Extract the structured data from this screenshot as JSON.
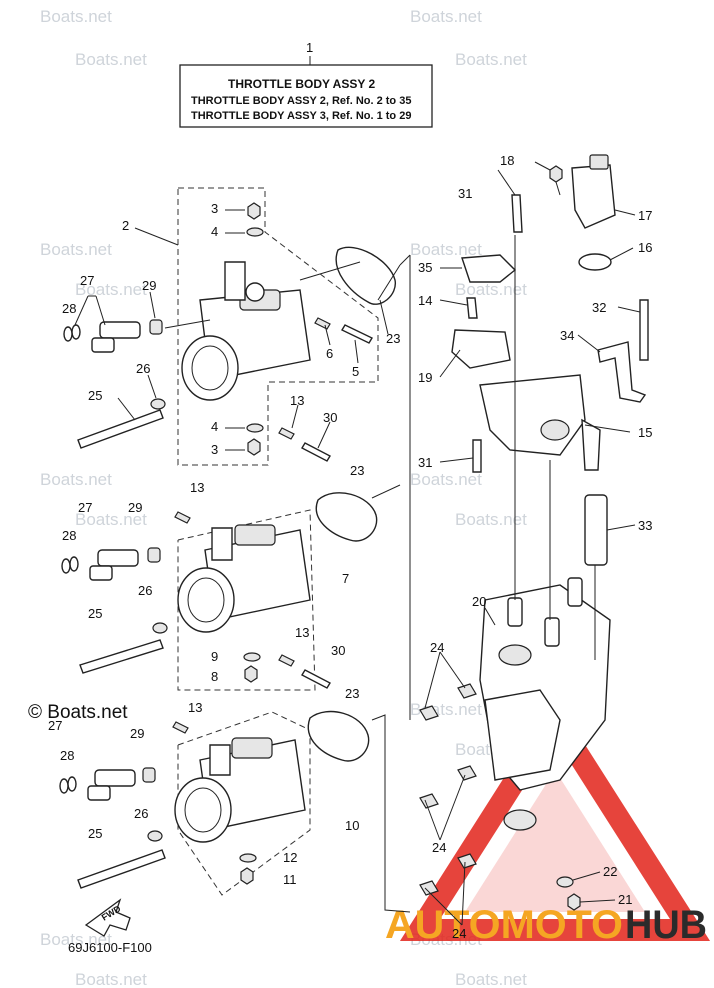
{
  "header": {
    "ref_number": "1",
    "title_line1": "THROTTLE  BODY ASSY 2",
    "title_line2": "THROTTLE BODY ASSY 2, Ref. No. 2 to 35",
    "title_line3": "THROTTLE BODY ASSY 3, Ref. No. 1 to 29"
  },
  "callouts": {
    "c2": "2",
    "c3a": "3",
    "c4a": "4",
    "c27a": "27",
    "c28a": "28",
    "c29a": "29",
    "c26a": "26",
    "c25a": "25",
    "c6": "6",
    "c5": "5",
    "c23a": "23",
    "c13a": "13",
    "c30a": "30",
    "c4b": "4",
    "c3b": "3",
    "c13b": "13",
    "c23b": "23",
    "c27b": "27",
    "c28b": "28",
    "c29b": "29",
    "c7": "7",
    "c26b": "26",
    "c25b": "25",
    "c13c": "13",
    "c30b": "30",
    "c9": "9",
    "c8": "8",
    "c23c": "23",
    "c27c": "27",
    "c28c": "28",
    "c29c": "29",
    "c13d": "13",
    "c26c": "26",
    "c10": "10",
    "c25c": "25",
    "c12": "12",
    "c11": "11",
    "c18": "18",
    "c31a": "31",
    "c17": "17",
    "c16": "16",
    "c35": "35",
    "c14": "14",
    "c32": "32",
    "c34": "34",
    "c19": "19",
    "c15": "15",
    "c31b": "31",
    "c33": "33",
    "c20": "20",
    "c24a": "24",
    "c24b": "24",
    "c24c": "24",
    "c22": "22",
    "c21": "21"
  },
  "fwd_label": "FWD",
  "diagram_code": "69J6100-F100",
  "watermark": {
    "brand": "Boats.net",
    "copyright": "© Boats.net"
  },
  "logo": {
    "text_light": "AUTOMOTO",
    "text_dark": "HUB",
    "colors": {
      "orange": "#f5a623",
      "red": "#e2231a",
      "dark": "#2b2b2b"
    }
  }
}
